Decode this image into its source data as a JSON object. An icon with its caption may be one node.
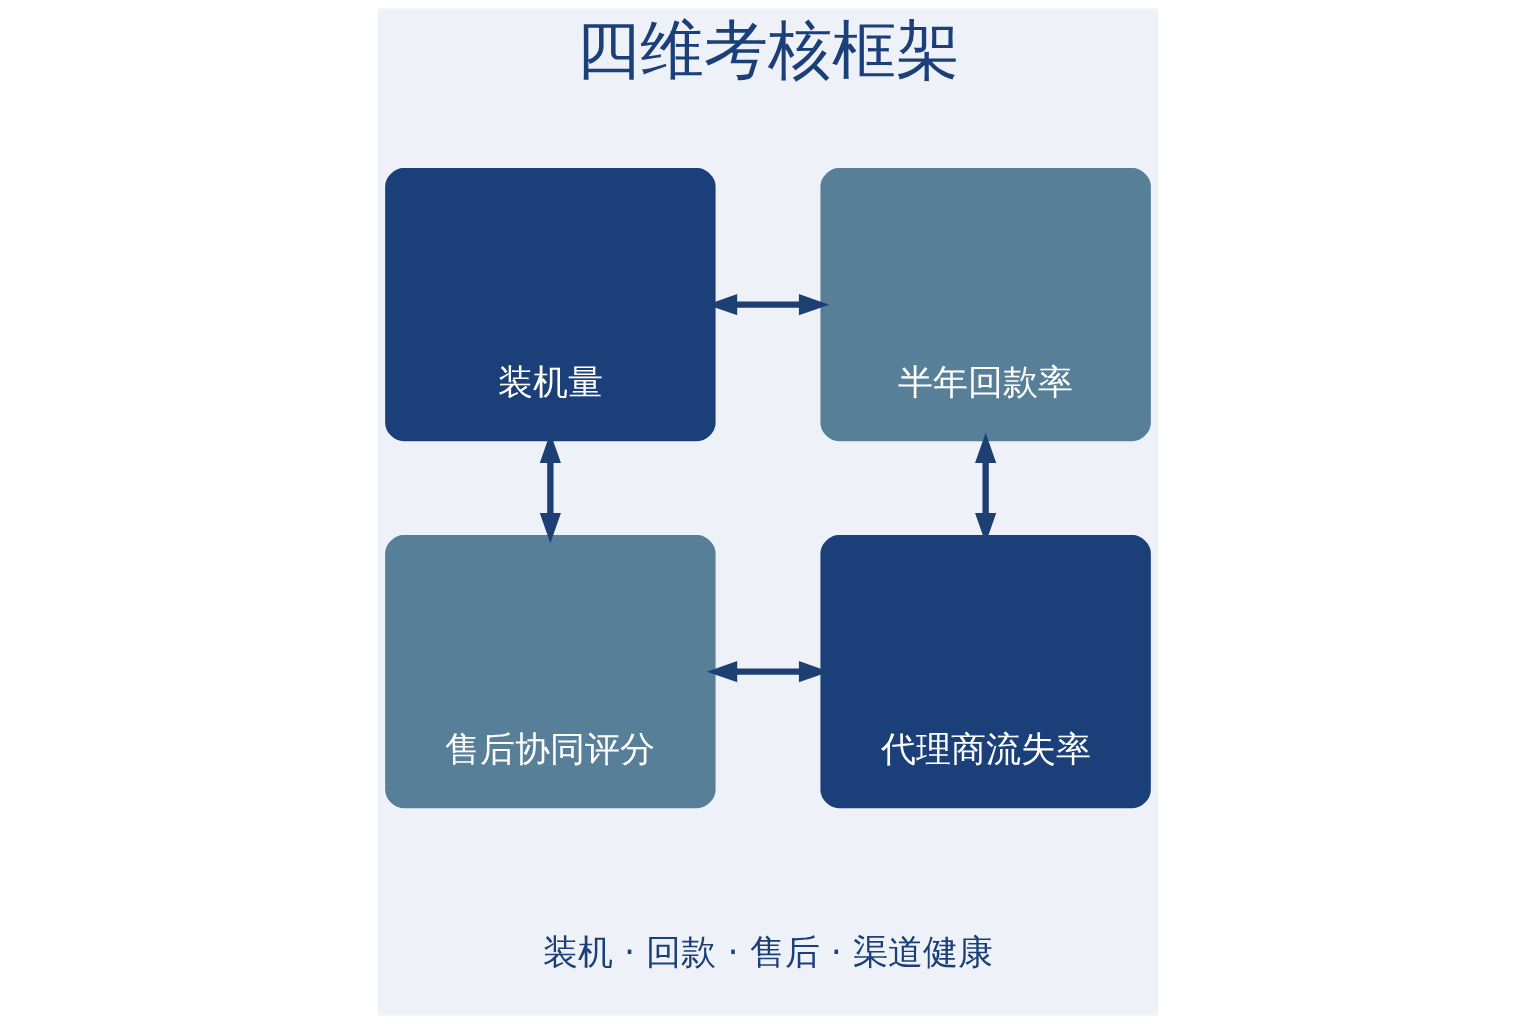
{
  "diagram": {
    "title": "四维考核框架",
    "caption": "装机 · 回款 · 售后 · 渠道健康",
    "nodes": [
      {
        "text": [
          "装机量"
        ]
      },
      {
        "text": [
          "半年回款率"
        ]
      },
      {
        "text": [
          "售后协同评分"
        ]
      },
      {
        "text": [
          "代理商流失率"
        ]
      }
    ],
    "edges": [
      {
        "from": 0,
        "to": 1,
        "arrow": "both"
      },
      {
        "from": 0,
        "to": 2,
        "arrow": "both"
      },
      {
        "from": 1,
        "to": 3,
        "arrow": "both"
      },
      {
        "from": 2,
        "to": 3,
        "arrow": "both"
      }
    ]
  }
}
